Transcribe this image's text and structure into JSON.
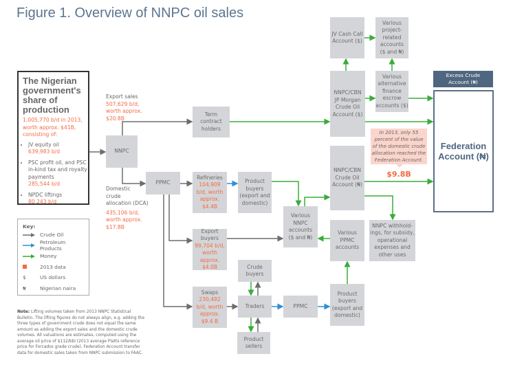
{
  "title": "Figure 1. Overview of NNPC oil sales",
  "government_box": {
    "heading": "The Nigerian\ngovernment's\nshare of\nproduction",
    "summary": "1,005,770 b/d in 2013,\nworth approx. $41B,\nconsisting of:",
    "items": [
      {
        "label": "JV equity oil",
        "value": "639,983 b/d"
      },
      {
        "label": "PSC profit oil, and PSC\nin-kind tax and royalty\npayments",
        "value": "285,544 b/d"
      },
      {
        "label": "NPDC liftings",
        "value": "80,243 b/d"
      }
    ]
  },
  "export_sales": {
    "label": "Export sales",
    "value": "507,629 b/d,\nworth approx.\n$20.8B"
  },
  "domestic": {
    "label": "Domestic\ncrude\nallocation (DCA)",
    "value": "435,106 b/d,\nworth approx.\n$17.8B"
  },
  "nodes": {
    "nnpc": "NNPC",
    "term": "Term\ncontract\nholders",
    "ppmc": "PPMC",
    "refineries": {
      "label": "Refineries",
      "value": "104,909\nb/d, worth\napprox. $4.4B"
    },
    "product_buyers_1": "Product\nbuyers\n(export and\ndomestic)",
    "various_nnpc": "Various\nNNPC\naccounts\n($ and ₦)",
    "cbn_naira": "NNPC/CBN\nCrude Oil\nAccount (₦)",
    "jv_cash": "JV Cash Call\nAccount ($)",
    "project": "Various\nproject-\nrelated\naccounts\n($ and ₦)",
    "jp_morgan": "NNPC/CBN\nJP Morgan\nCrude Oil\nAccount ($)",
    "alt_finance": "Various\nalternative\nfinance\nescrow\naccounts ($)",
    "excess": "Excess Crude\nAccount (₦)",
    "federation": "Federation\nAccount (₦)",
    "various_ppmc": "Various\nPPMC\naccounts",
    "withholdings": "NNPC withhold-\nings, for subsidy,\noperational\nexpenses and\nother uses",
    "export_buyers": {
      "label": "Export\nbuyers",
      "value": "99,704 b/d,\nworth approx.\n$4.0B"
    },
    "crude_buyers": "Crude\nbuyers",
    "swaps": {
      "label": "Swaps",
      "value": "230,492\nb/d, worth\napprox.\n$9.4 B"
    },
    "traders": "Traders",
    "ppmc_2": "PPMC",
    "product_buyers_2": "Product\nbuyers\n(export and\ndomestic)",
    "product_sellers": "Product\nsellers"
  },
  "callout": {
    "text": "In 2013, only 55\npercent of the value\nof the domestic crude\nallocation reached the\nFederation Account.",
    "value": "$9.8B"
  },
  "key": {
    "heading": "Key:",
    "items": [
      {
        "symbol": "arrow",
        "color": "#6d6d6d",
        "label": "Crude Oil"
      },
      {
        "symbol": "arrow",
        "color": "#2f8fd8",
        "label": "Petroleum Products"
      },
      {
        "symbol": "arrow",
        "color": "#3bab3b",
        "label": "Money"
      },
      {
        "symbol": "square",
        "color": "#f26b43",
        "label": "2013 data"
      },
      {
        "symbol": "$",
        "label": "US dollars"
      },
      {
        "symbol": "₦",
        "label": "Nigerian naira"
      }
    ]
  },
  "note": {
    "lead": "Note:",
    "text": "Lifting volumes taken from 2013 NNPC Statistical Bulletin. The lifting figures do not always align, e.g. adding the three types of government crude does not equal the same amount as adding the export sales and the domestic crude volumes. All valuations are estimates, computed using the average oil price of $112/bbl (2013 average Platts reference price for Forcados grade crude). Federation Account transfer data for domestic sales taken from NNPC submission to FAAC."
  },
  "colors": {
    "crude": "#6d6d6d",
    "products": "#2f8fd8",
    "money": "#3bab3b",
    "data": "#f26b43",
    "federation": "#4f6680"
  }
}
